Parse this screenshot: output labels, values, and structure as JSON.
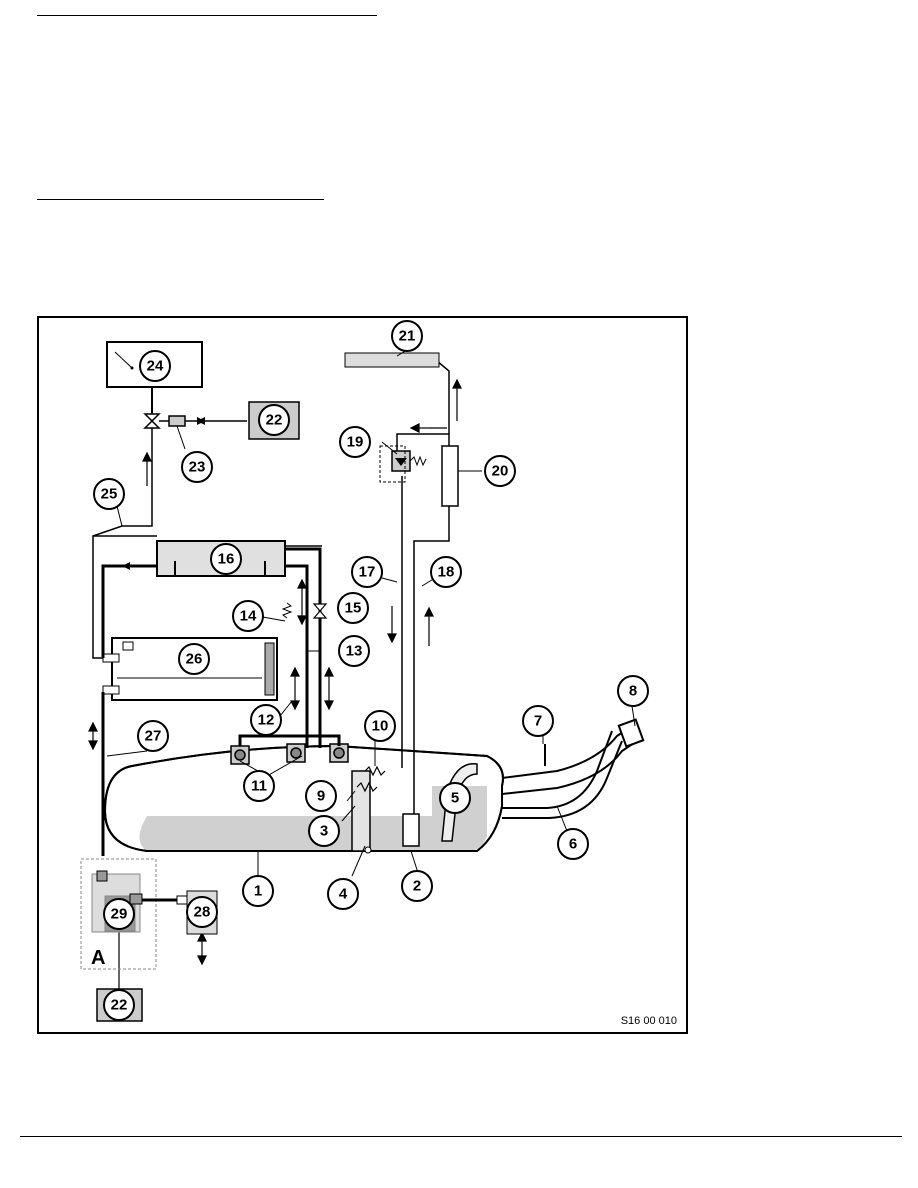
{
  "diagram": {
    "code": "S16 00 010",
    "section_letter": "A",
    "callouts": [
      "1",
      "2",
      "3",
      "4",
      "5",
      "6",
      "7",
      "8",
      "9",
      "10",
      "11",
      "12",
      "13",
      "14",
      "15",
      "16",
      "17",
      "18",
      "19",
      "20",
      "21",
      "22",
      "23",
      "24",
      "25",
      "26",
      "27",
      "28",
      "29"
    ]
  }
}
